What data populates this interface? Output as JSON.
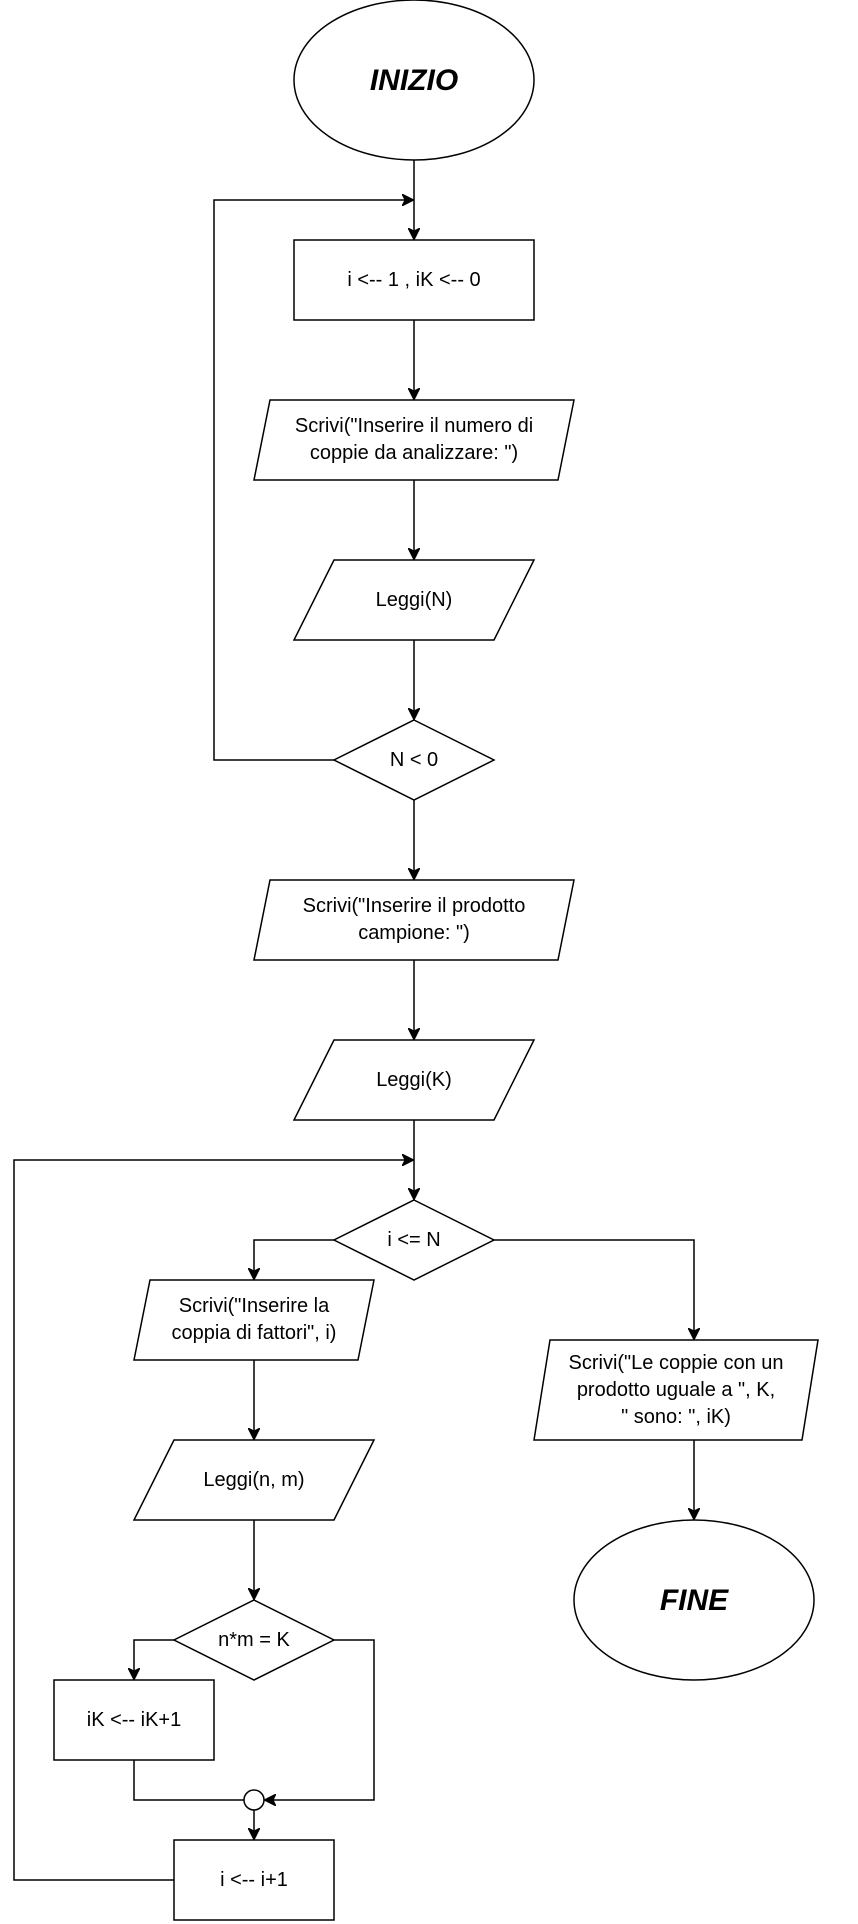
{
  "diagram": {
    "start": "INIZIO",
    "end": "FINE",
    "init": "i <-- 1 , iK <-- 0",
    "write_n_prompt": "Scrivi(\"Inserire il numero di\ncoppie da analizzare: \")",
    "read_n": "Leggi(N)",
    "check_n": "N < 0",
    "write_k_prompt": "Scrivi(\"Inserire il prodotto\ncampione: \")",
    "read_k": "Leggi(K)",
    "loop_condition": "i <= N",
    "write_pair_prompt": "Scrivi(\"Inserire la\ncoppia di fattori\", i)",
    "read_pair": "Leggi(n, m)",
    "product_check": "n*m = K",
    "increment_ik": "iK <-- iK+1",
    "increment_i": "i <-- i+1",
    "write_result": "Scrivi(\"Le coppie con un\nprodotto uguale a \", K,\n\" sono: \", iK)"
  }
}
